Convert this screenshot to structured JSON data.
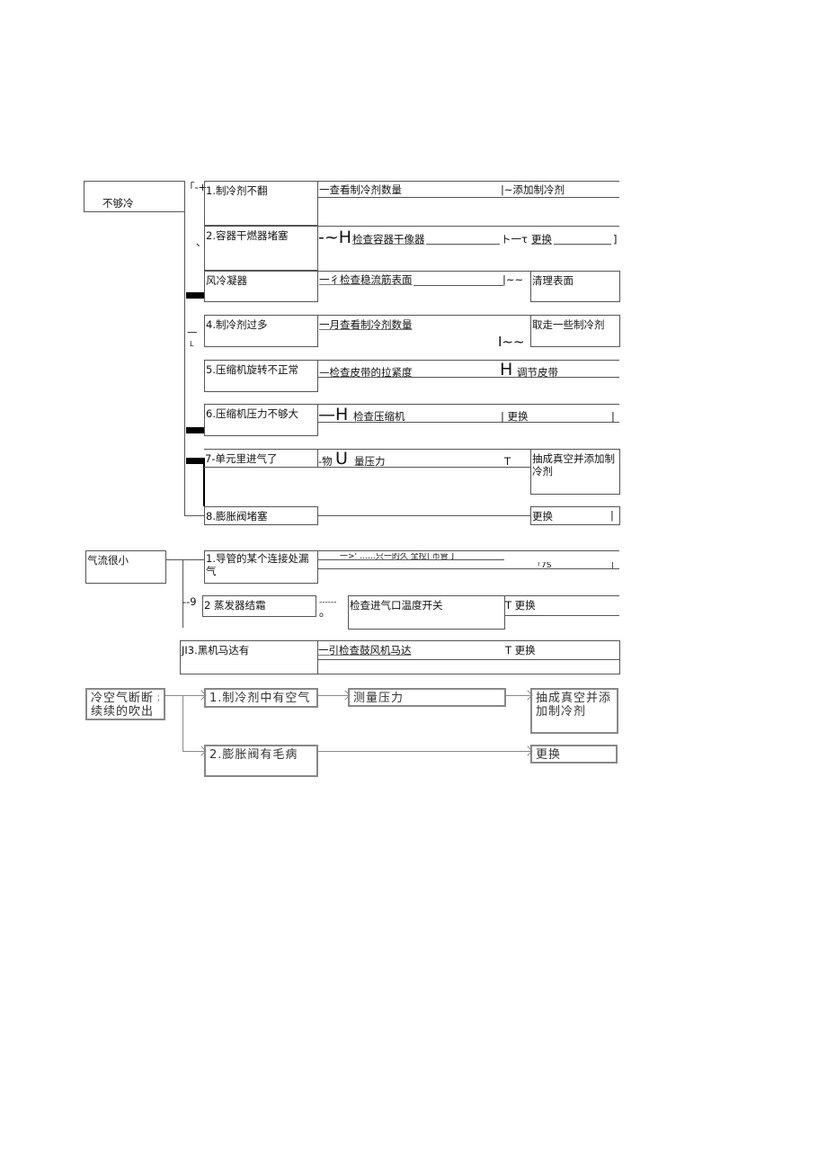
{
  "section1": {
    "root": "不够冷",
    "bracket_mark": "「-+",
    "rows": [
      {
        "cause": "1.制冷剂不翻",
        "check": "一查看制冷剂数量",
        "action": "|~添加制冷剂"
      },
      {
        "cause": "2.容器干燃器堵塞",
        "connector": "-~H",
        "check": "检查容器干像器",
        "mid": "ト一τ",
        "action": "更换",
        "end": "]",
        "mark": "、"
      },
      {
        "cause": "风冷凝器",
        "check": "一彳检查稳流筋表面",
        "mid": "|~~",
        "action": "清理表面"
      },
      {
        "cause": "4.制冷剂过多",
        "check": "一月查看制冷剂数量",
        "mid": "I~~",
        "action": "取走一些制冷剂",
        "mark1": "—",
        "mark2": "L"
      },
      {
        "cause": "5.压缩机旋转不正常",
        "check": "—检查皮带的拉紧度",
        "connector": "H",
        "action": "调节皮带"
      },
      {
        "cause": "6.压缩机压力不够大",
        "connector": "—H",
        "check": "检查压缩机",
        "action": "| 更换",
        "end": "|"
      },
      {
        "cause": "7-单元里进气了",
        "check_prefix": "-物",
        "connector": "U",
        "check": "量压力",
        "mid": "T",
        "action": "抽成真空并添加制冷剂"
      },
      {
        "cause": "8.膨胀阀堵塞",
        "action": "更换",
        "end": "|"
      }
    ]
  },
  "section2": {
    "root": "气流很小",
    "rows": [
      {
        "cause": "1.导管的某个连接处漏气",
        "check": "一>'  ……只一的久 全控| 市管 ]",
        "action": "「7S",
        "end": "|"
      },
      {
        "prefix": "--9",
        "cause": "2 蒸发器结霜",
        "connector": "------",
        "mark": "o",
        "check": "检查进气口温度开关",
        "action": "T 更换"
      },
      {
        "cause": "JI3.黑机马达有",
        "check": "一引检查鼓风机马达",
        "action": "T 更换"
      }
    ]
  },
  "section3": {
    "root": "冷空气断断续续的吹出",
    "root_mark": "；",
    "rows": [
      {
        "cause": "1.制冷剂中有空气",
        "check": "测量压力",
        "action": "抽成真空并添加制冷剂"
      },
      {
        "cause": "2.膨胀阀有毛病",
        "action": "更换"
      }
    ]
  }
}
